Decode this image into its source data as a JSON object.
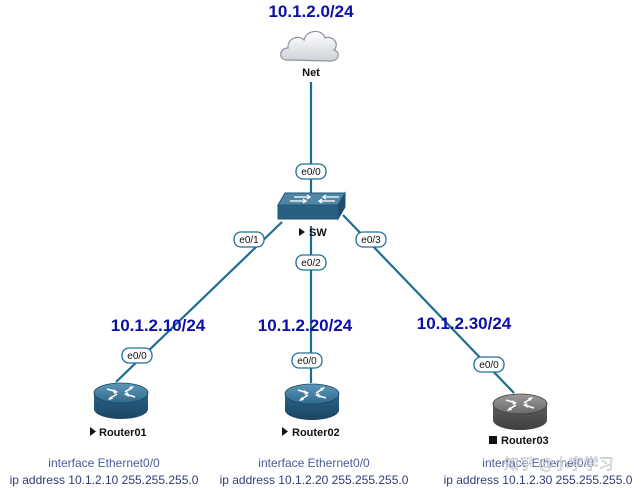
{
  "networks": {
    "lan": "10.1.2.0/24",
    "router01_ip": "10.1.2.10/24",
    "router02_ip": "10.1.2.20/24",
    "router03_ip": "10.1.2.30/24"
  },
  "devices": {
    "cloud": {
      "label": "Net"
    },
    "switch": {
      "label": "SW"
    },
    "router01": {
      "label": "Router01"
    },
    "router02": {
      "label": "Router02"
    },
    "router03": {
      "label": "Router03"
    }
  },
  "ports": {
    "sw_uplink": "e0/0",
    "sw_e01": "e0/1",
    "sw_e02": "e0/2",
    "sw_e03": "e0/3",
    "r1_e00": "e0/0",
    "r2_e00": "e0/0",
    "r3_e00": "e0/0"
  },
  "configs": [
    {
      "line1": "interface Ethernet0/0",
      "line2": "ip address 10.1.2.10 255.255.255.0"
    },
    {
      "line1": "interface Ethernet0/0",
      "line2": "ip address 10.1.2.20 255.255.255.0"
    },
    {
      "line1": "interface Ethernet0/0",
      "line2": "ip address 10.1.2.30 255.255.255.0"
    }
  ],
  "watermark": "知乎 @小宇学习",
  "colors": {
    "link": "#1c6d95",
    "router_active": "#2f6a8d",
    "router_stopped": "#6b6b6b",
    "ip_label": "#0b10a8"
  }
}
